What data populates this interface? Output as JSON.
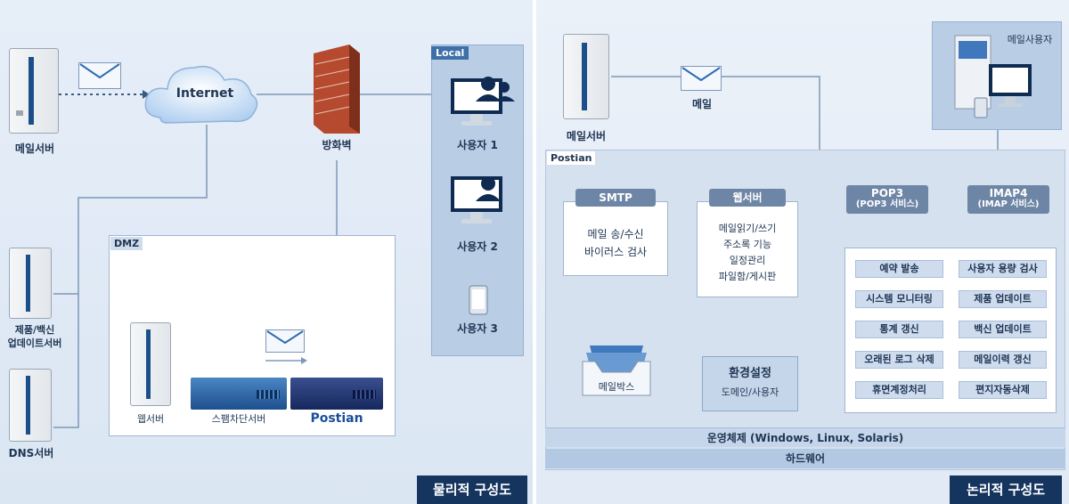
{
  "left": {
    "title": "물리적 구성도",
    "mail_server": "메일서버",
    "internet": "Internet",
    "firewall": "방화벽",
    "update_server_line1": "제품/백신",
    "update_server_line2": "업데이트서버",
    "dns_server": "DNS서버",
    "dmz_tag": "DMZ",
    "web_server": "웹서버",
    "spam_server": "스팸차단서버",
    "postian": "Postian",
    "local_tag": "Local",
    "users": [
      "사용자 1",
      "사용자 2",
      "사용자 3"
    ]
  },
  "right": {
    "title": "논리적 구성도",
    "mail_server": "메일서버",
    "mail": "메일",
    "mail_user": "메일사용자",
    "postian_tag": "Postian",
    "smtp_head": "SMTP",
    "smtp_line1": "메일 송/수신",
    "smtp_line2": "바이러스 검사",
    "web_head": "웹서버",
    "web_lines": [
      "메일읽기/쓰기",
      "주소록 기능",
      "일정관리",
      "파일함/게시판"
    ],
    "pop3_head": "POP3",
    "pop3_sub": "(POP3 서비스)",
    "imap4_head": "IMAP4",
    "imap4_sub": "(IMAP 서비스)",
    "mailbox": "메일박스",
    "env_line1": "환경설정",
    "env_line2": "도메인/사용자",
    "features_left": [
      "예약 발송",
      "시스템 모니터링",
      "통계 갱신",
      "오래된 로그 삭제",
      "휴면계정처리"
    ],
    "features_right": [
      "사용자 용량 검사",
      "제품 업데이트",
      "백신 업데이트",
      "메일이력 갱신",
      "편지자동삭제"
    ],
    "os_band": "운영체제 (Windows, Linux, Solaris)",
    "hw_band": "하드웨어"
  },
  "colors": {
    "navy": "#15355f",
    "accent": "#3d6fa8",
    "panel": "#e2ebf6"
  }
}
